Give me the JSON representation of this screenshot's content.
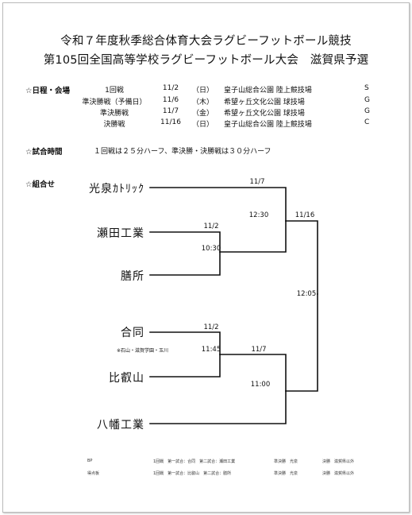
{
  "title_line1": "令和７年度秋季総合体育大会ラグビーフットボール競技",
  "title_line2": "第105回全国高等学校ラグビーフットボール大会　滋賀県予選",
  "schedule_heading": "☆日程・会場",
  "schedule": [
    {
      "round": "1回戦",
      "date": "11/2",
      "day": "（日）",
      "venue": "皇子山総合公園 陸上競技場",
      "code": "S"
    },
    {
      "round": "準決勝戦（予備日）",
      "date": "11/6",
      "day": "（木）",
      "venue": "希望ヶ丘文化公園 球技場",
      "code": "G"
    },
    {
      "round": "準決勝戦",
      "date": "11/7",
      "day": "（金）",
      "venue": "希望ヶ丘文化公園 球技場",
      "code": "G"
    },
    {
      "round": "決勝戦",
      "date": "11/16",
      "day": "（日）",
      "venue": "皇子山総合公園 陸上競技場",
      "code": "C"
    }
  ],
  "time_heading": "☆試合時間",
  "time_text": "１回戦は２５分ハーフ、準決勝・決勝戦は３０分ハーフ",
  "bracket_heading": "☆組合せ",
  "teams": [
    "光泉ｶﾄﾘｯｸ",
    "瀬田工業",
    "膳所",
    "合同",
    "比叡山",
    "八幡工業"
  ],
  "joint_note": "※石山・滋賀学園・玉川",
  "matches": {
    "r1_top_date": "11/2",
    "r1_top_time": "10:30",
    "r1_bot_date": "11/2",
    "r1_bot_time": "11:45",
    "sf_top_date": "11/7",
    "sf_top_time": "12:30",
    "sf_bot_date": "11/7",
    "sf_bot_time": "11:00",
    "final_date": "11/16",
    "final_time": "12:05"
  },
  "footer": {
    "r1_label": "BP",
    "r2_label": "得点板",
    "r1_games": "1回戦　第一試合：合同　第二試合：瀬田工業",
    "r2_games": "1回戦　第一試合：比叡山　第二試合：膳所",
    "r1_sf": "準決勝　光泉",
    "r2_sf": "準決勝　光泉",
    "r1_final": "決勝　滋賀県以外",
    "r2_final": "決勝　滋賀県以外"
  }
}
